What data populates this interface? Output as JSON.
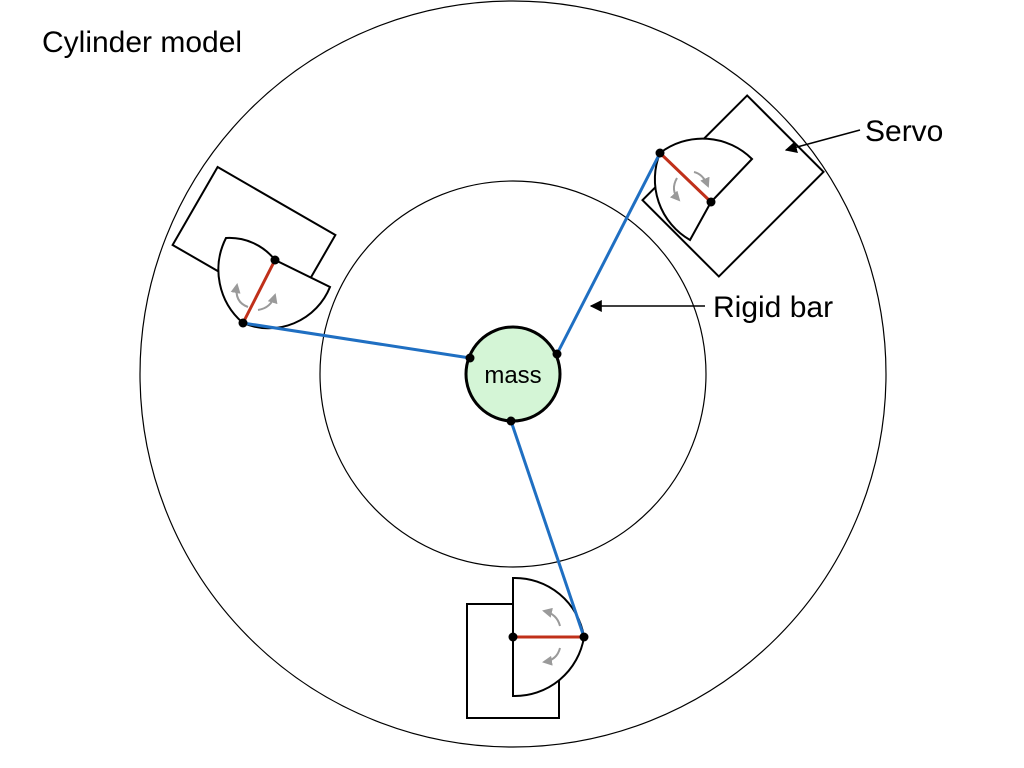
{
  "title": "Cylinder model",
  "labels": {
    "servo": "Servo",
    "rigid_bar": "Rigid bar",
    "mass": "mass"
  },
  "colors": {
    "background": "#ffffff",
    "outline": "#000000",
    "mass_fill": "#d4f5d6",
    "rigid_bar": "#1f6fc2",
    "servo_arm": "#c0301a",
    "rotation_hint": "#9a9a9a"
  },
  "components": {
    "servo_count": 3,
    "rigid_bar_count": 3
  }
}
